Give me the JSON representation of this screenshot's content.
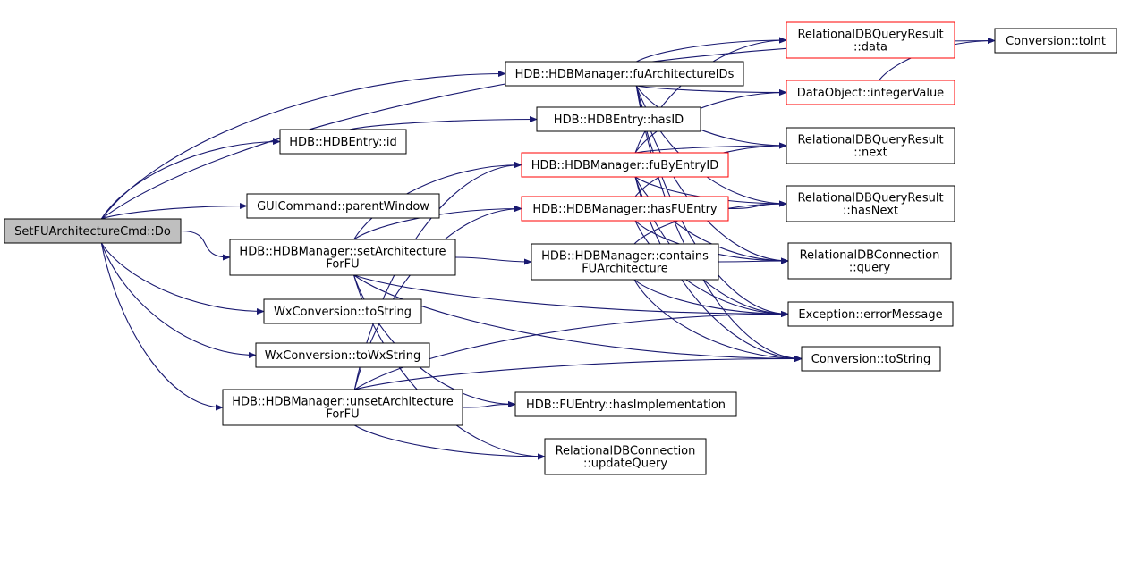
{
  "graph": {
    "nodes": {
      "root": {
        "lines": [
          "SetFUArchitectureCmd::Do"
        ],
        "style": "root"
      },
      "entry_id": {
        "lines": [
          "HDB::HDBEntry::id"
        ],
        "style": "normal"
      },
      "parent_window": {
        "lines": [
          "GUICommand::parentWindow"
        ],
        "style": "normal"
      },
      "set_arch": {
        "lines": [
          "HDB::HDBManager::setArchitecture",
          "ForFU"
        ],
        "style": "normal"
      },
      "wx_tostring": {
        "lines": [
          "WxConversion::toString"
        ],
        "style": "normal"
      },
      "wx_towxstring": {
        "lines": [
          "WxConversion::toWxString"
        ],
        "style": "normal"
      },
      "unset_arch": {
        "lines": [
          "HDB::HDBManager::unsetArchitecture",
          "ForFU"
        ],
        "style": "normal"
      },
      "fu_arch_ids": {
        "lines": [
          "HDB::HDBManager::fuArchitectureIDs"
        ],
        "style": "normal"
      },
      "has_id": {
        "lines": [
          "HDB::HDBEntry::hasID"
        ],
        "style": "normal"
      },
      "fu_by_entry": {
        "lines": [
          "HDB::HDBManager::fuByEntryID"
        ],
        "style": "red"
      },
      "has_fu_entry": {
        "lines": [
          "HDB::HDBManager::hasFUEntry"
        ],
        "style": "red"
      },
      "contains_fu": {
        "lines": [
          "HDB::HDBManager::contains",
          "FUArchitecture"
        ],
        "style": "normal"
      },
      "has_impl": {
        "lines": [
          "HDB::FUEntry::hasImplementation"
        ],
        "style": "normal"
      },
      "update_query": {
        "lines": [
          "RelationalDBConnection",
          "::updateQuery"
        ],
        "style": "normal"
      },
      "qr_data": {
        "lines": [
          "RelationalDBQueryResult",
          "::data"
        ],
        "style": "red"
      },
      "integer_value": {
        "lines": [
          "DataObject::integerValue"
        ],
        "style": "red"
      },
      "qr_next": {
        "lines": [
          "RelationalDBQueryResult",
          "::next"
        ],
        "style": "normal"
      },
      "qr_hasnext": {
        "lines": [
          "RelationalDBQueryResult",
          "::hasNext"
        ],
        "style": "normal"
      },
      "conn_query": {
        "lines": [
          "RelationalDBConnection",
          "::query"
        ],
        "style": "normal"
      },
      "error_message": {
        "lines": [
          "Exception::errorMessage"
        ],
        "style": "normal"
      },
      "conv_tostring": {
        "lines": [
          "Conversion::toString"
        ],
        "style": "normal"
      },
      "conv_toint": {
        "lines": [
          "Conversion::toInt"
        ],
        "style": "normal"
      }
    },
    "edges": [
      [
        "root",
        "conv_toint"
      ],
      [
        "root",
        "fu_arch_ids"
      ],
      [
        "root",
        "entry_id"
      ],
      [
        "root",
        "parent_window"
      ],
      [
        "root",
        "set_arch"
      ],
      [
        "root",
        "wx_tostring"
      ],
      [
        "root",
        "wx_towxstring"
      ],
      [
        "root",
        "unset_arch"
      ],
      [
        "entry_id",
        "has_id"
      ],
      [
        "set_arch",
        "fu_by_entry"
      ],
      [
        "set_arch",
        "has_fu_entry"
      ],
      [
        "set_arch",
        "contains_fu"
      ],
      [
        "set_arch",
        "has_impl"
      ],
      [
        "set_arch",
        "update_query"
      ],
      [
        "set_arch",
        "error_message"
      ],
      [
        "set_arch",
        "conv_tostring"
      ],
      [
        "unset_arch",
        "fu_by_entry"
      ],
      [
        "unset_arch",
        "has_fu_entry"
      ],
      [
        "unset_arch",
        "has_impl"
      ],
      [
        "unset_arch",
        "update_query"
      ],
      [
        "unset_arch",
        "error_message"
      ],
      [
        "unset_arch",
        "conv_tostring"
      ],
      [
        "fu_arch_ids",
        "qr_data"
      ],
      [
        "fu_arch_ids",
        "integer_value"
      ],
      [
        "fu_arch_ids",
        "qr_next"
      ],
      [
        "fu_arch_ids",
        "qr_hasnext"
      ],
      [
        "fu_arch_ids",
        "conn_query"
      ],
      [
        "fu_arch_ids",
        "error_message"
      ],
      [
        "fu_arch_ids",
        "conv_tostring"
      ],
      [
        "fu_by_entry",
        "qr_data"
      ],
      [
        "fu_by_entry",
        "integer_value"
      ],
      [
        "fu_by_entry",
        "qr_next"
      ],
      [
        "fu_by_entry",
        "qr_hasnext"
      ],
      [
        "fu_by_entry",
        "conn_query"
      ],
      [
        "fu_by_entry",
        "error_message"
      ],
      [
        "fu_by_entry",
        "conv_tostring"
      ],
      [
        "has_fu_entry",
        "qr_next"
      ],
      [
        "has_fu_entry",
        "qr_hasnext"
      ],
      [
        "has_fu_entry",
        "conn_query"
      ],
      [
        "has_fu_entry",
        "error_message"
      ],
      [
        "contains_fu",
        "qr_hasnext"
      ],
      [
        "contains_fu",
        "conn_query"
      ],
      [
        "contains_fu",
        "error_message"
      ],
      [
        "contains_fu",
        "conv_tostring"
      ],
      [
        "integer_value",
        "conv_toint"
      ]
    ]
  },
  "colors": {
    "edge": "#191970",
    "root_fill": "#bfbfbf",
    "red_border": "#ff0000",
    "border": "#000000"
  }
}
